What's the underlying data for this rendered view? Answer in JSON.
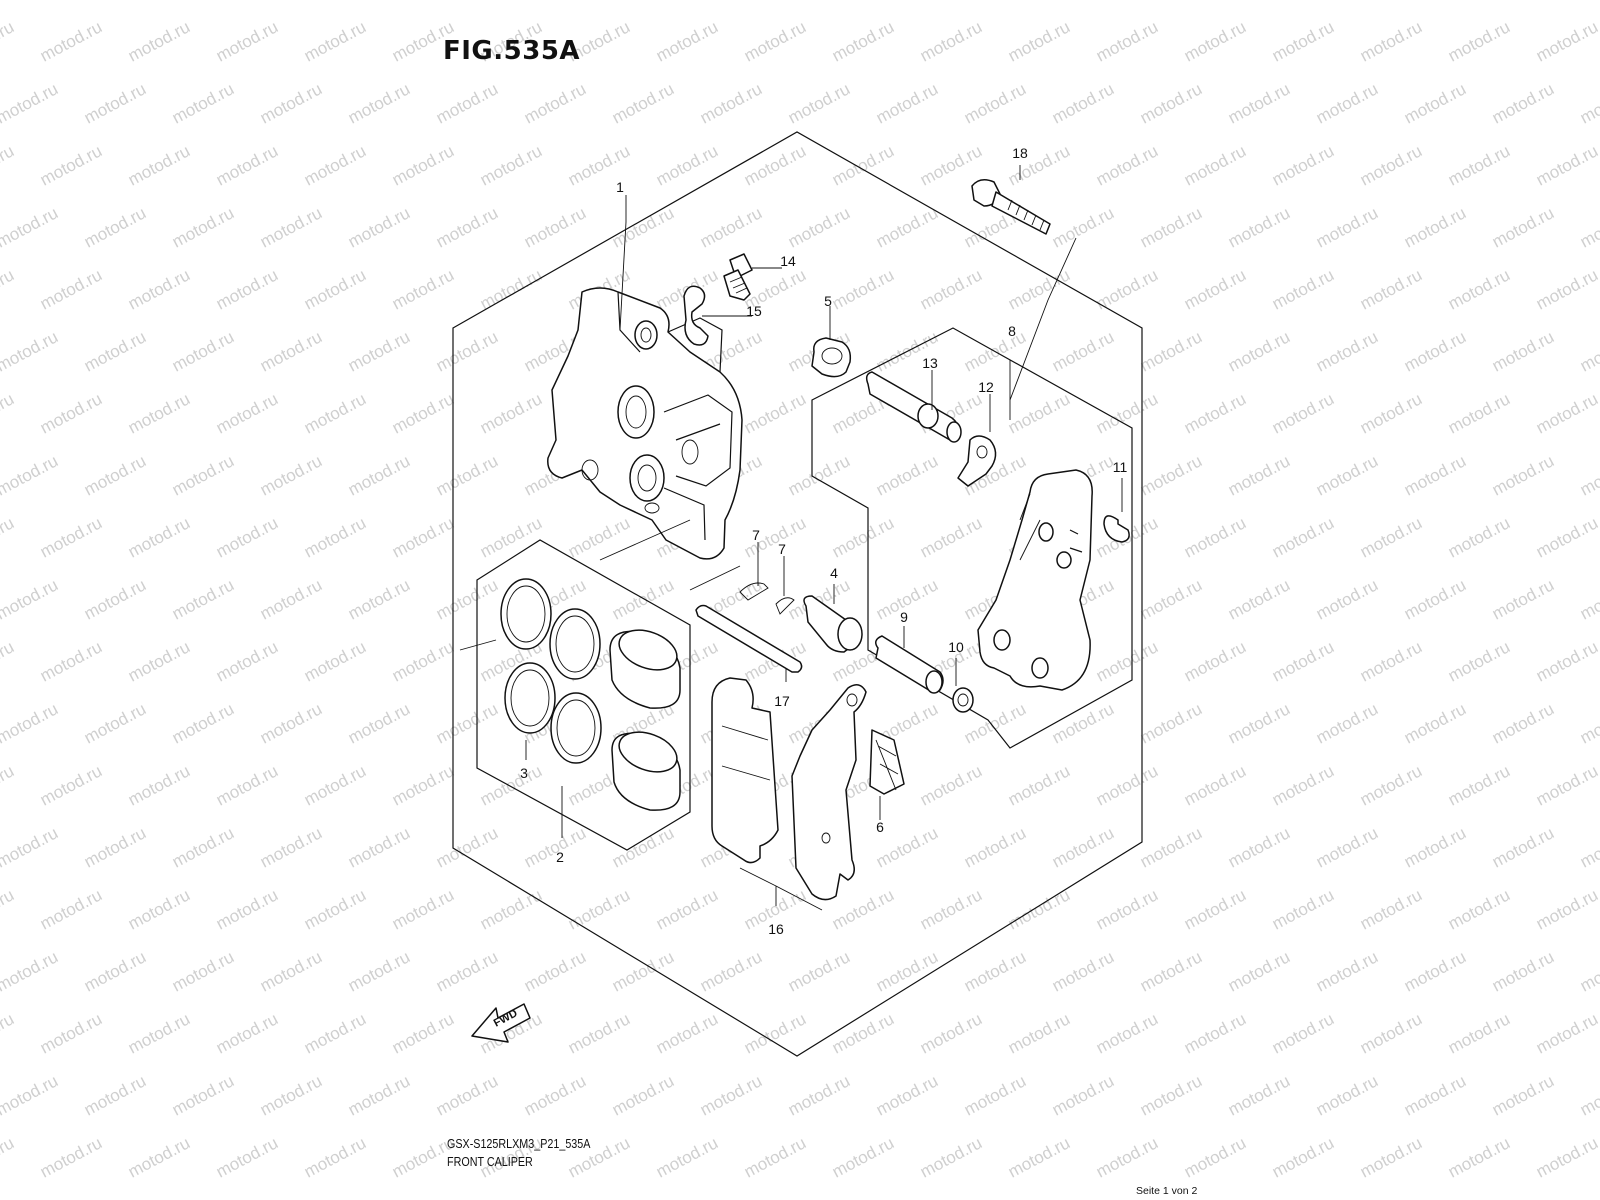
{
  "figure": {
    "title": "FIG.535A",
    "model_code": "GSX-S125RLXM3_P21_535A",
    "section_name": "FRONT CALIPER",
    "page_indicator": "Seite 1 von 2",
    "watermark": "motod.ru",
    "direction_marker": "FWD"
  },
  "parts": [
    {
      "num": "1"
    },
    {
      "num": "2"
    },
    {
      "num": "3"
    },
    {
      "num": "4"
    },
    {
      "num": "5"
    },
    {
      "num": "6"
    },
    {
      "num": "7"
    },
    {
      "num": "7"
    },
    {
      "num": "8"
    },
    {
      "num": "9"
    },
    {
      "num": "10"
    },
    {
      "num": "11"
    },
    {
      "num": "12"
    },
    {
      "num": "13"
    },
    {
      "num": "14"
    },
    {
      "num": "15"
    },
    {
      "num": "16"
    },
    {
      "num": "17"
    },
    {
      "num": "18"
    }
  ],
  "colors": {
    "line": "#111111",
    "watermark": "#cfcfcf",
    "background": "#ffffff"
  }
}
